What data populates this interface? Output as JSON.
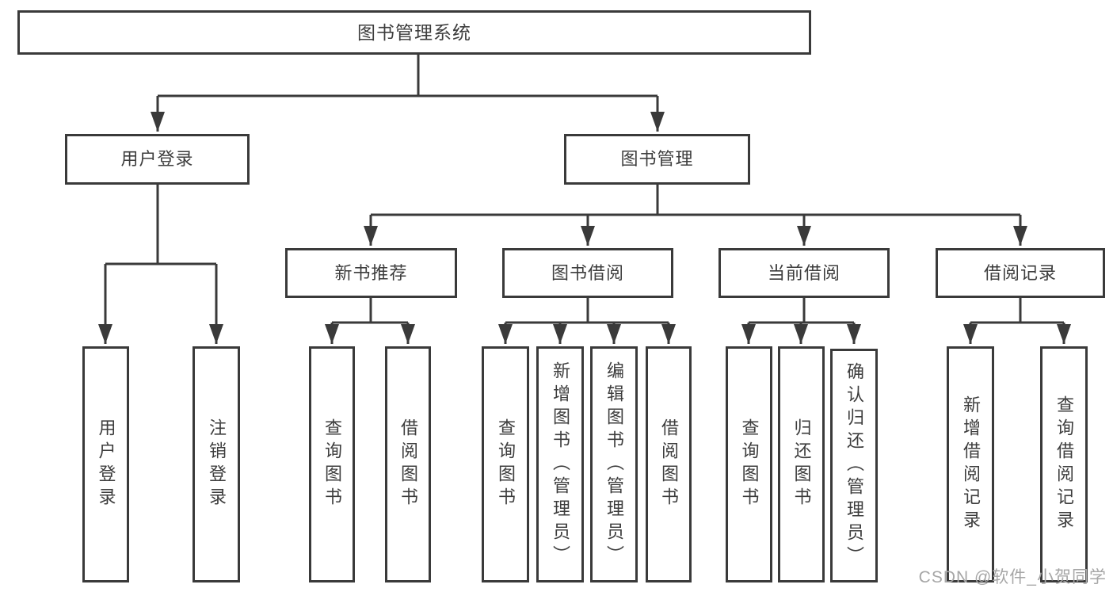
{
  "diagram": {
    "root": {
      "label": "图书管理系统"
    },
    "branches": [
      {
        "label": "用户登录",
        "children": [
          {
            "label": "用户登录"
          },
          {
            "label": "注销登录"
          }
        ]
      },
      {
        "label": "图书管理",
        "sections": [
          {
            "label": "新书推荐",
            "children": [
              {
                "label": "查询图书"
              },
              {
                "label": "借阅图书"
              }
            ]
          },
          {
            "label": "图书借阅",
            "children": [
              {
                "label": "查询图书"
              },
              {
                "label": "新增图书（管理员）"
              },
              {
                "label": "编辑图书（管理员）"
              },
              {
                "label": "借阅图书"
              }
            ]
          },
          {
            "label": "当前借阅",
            "children": [
              {
                "label": "查询图书"
              },
              {
                "label": "归还图书"
              },
              {
                "label": "确认归还（管理员）"
              }
            ]
          },
          {
            "label": "借阅记录",
            "children": [
              {
                "label": "新增借阅记录"
              },
              {
                "label": "查询借阅记录"
              }
            ]
          }
        ]
      }
    ]
  },
  "watermark": {
    "text": "CSDN @软件_小贺同学"
  },
  "colors": {
    "line": "#3a3a3a",
    "text": "#3d3d3d",
    "watermark": "#a6a6a6",
    "background": "#ffffff"
  }
}
